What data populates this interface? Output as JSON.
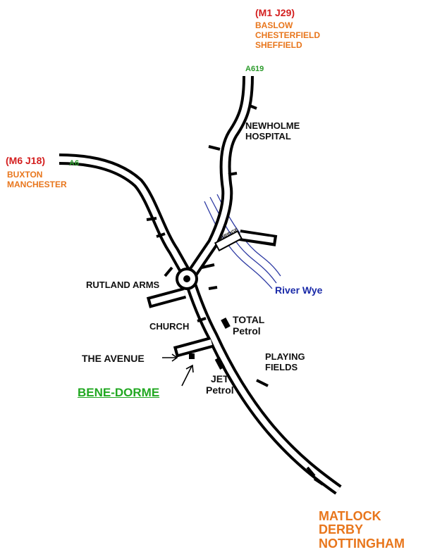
{
  "map": {
    "north": {
      "junction": "(M1 J29)",
      "places": "BASLOW\nCHESTERFIELD\nSHEFFIELD",
      "road": "A619"
    },
    "west": {
      "junction": "(M6 J18)",
      "places": "BUXTON\nMANCHESTER",
      "road": "A6"
    },
    "south": {
      "places": "MATLOCK\nDERBY\nNOTTINGHAM"
    },
    "landmarks": {
      "hospital": "NEWHOLME\nHOSPITAL",
      "rutland_arms": "RUTLAND ARMS",
      "church": "CHURCH",
      "total_petrol": "TOTAL\nPetrol",
      "playing_fields": "PLAYING\nFIELDS",
      "jet_petrol": "JET\nPetrol",
      "the_avenue": "THE AVENUE",
      "bridge": "BRIDGE",
      "river": "River Wye"
    },
    "destination": "BENE-DORME",
    "colors": {
      "road": "#000000",
      "river": "#2d3aa3",
      "destination": "#22a822",
      "junction": "#d42020",
      "places": "#e8761c",
      "road_number": "#2a9a2a"
    }
  }
}
